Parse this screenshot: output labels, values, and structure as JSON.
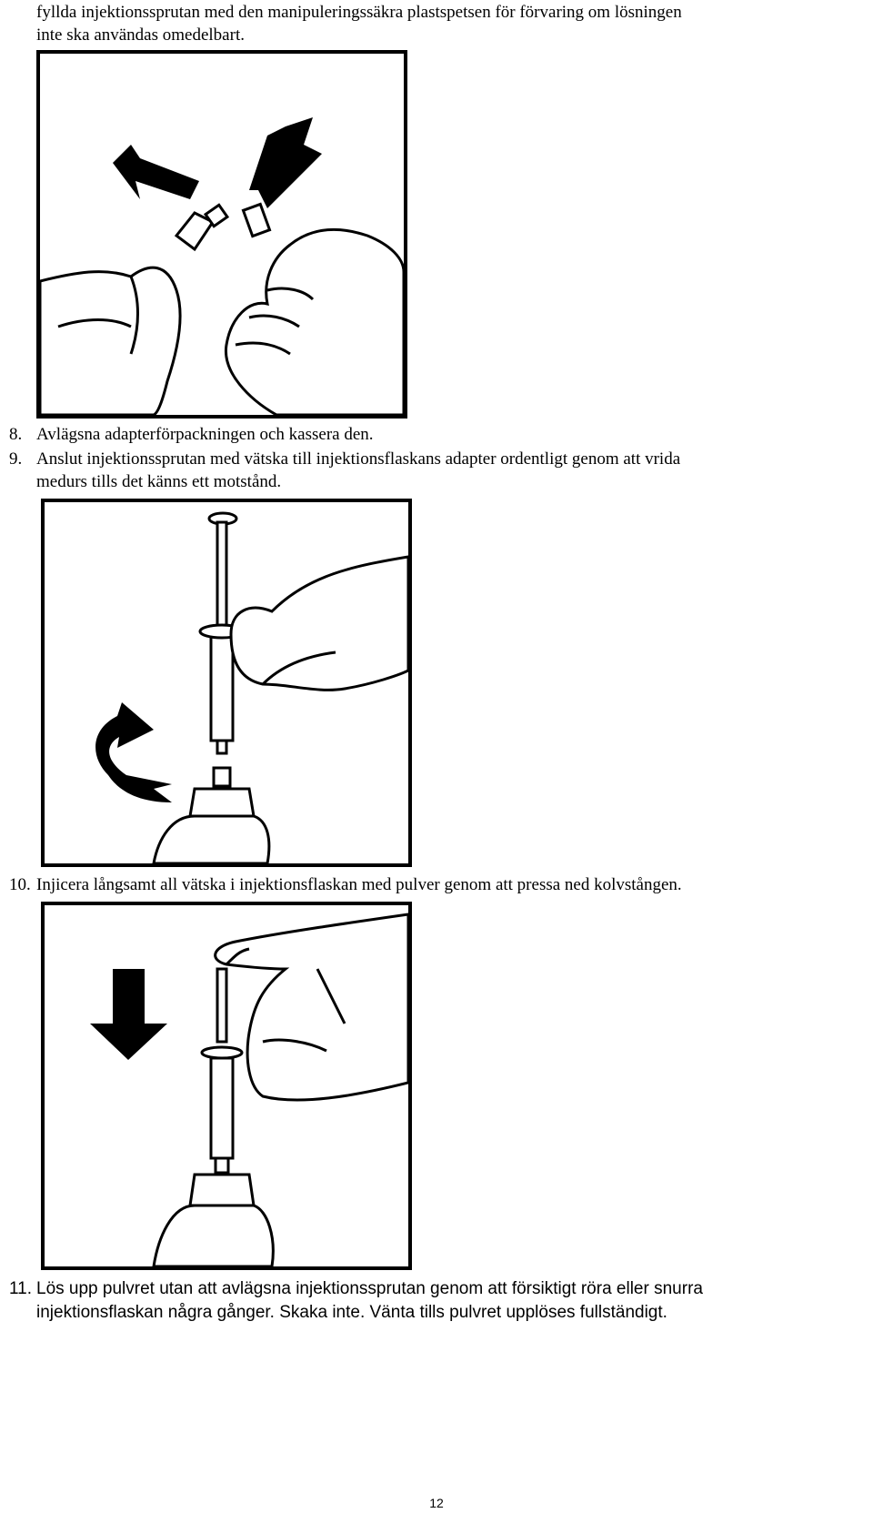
{
  "intro": {
    "line1": "fyllda injektionssprutan med den manipuleringssäkra plastspetsen för förvaring om lösningen",
    "line2": "inte ska användas omedelbart."
  },
  "steps": [
    {
      "num": "8.",
      "lines": [
        "Avlägsna adapterförpackningen och kassera den."
      ]
    },
    {
      "num": "9.",
      "lines": [
        "Anslut injektionssprutan med vätska till injektionsflaskans adapter ordentligt genom att vrida",
        "medurs tills det känns ett motstånd."
      ]
    },
    {
      "num": "10.",
      "lines": [
        "Injicera långsamt all vätska i injektionsflaskan med pulver genom att pressa ned kolvstången."
      ]
    },
    {
      "num": "11.",
      "lines": [
        "Lös upp pulvret utan att avlägsna injektionssprutan genom att försiktigt röra eller snurra",
        "injektionsflaskan några gånger. Skaka inte. Vänta tills pulvret upplöses fullständigt."
      ]
    }
  ],
  "page_number": "12"
}
